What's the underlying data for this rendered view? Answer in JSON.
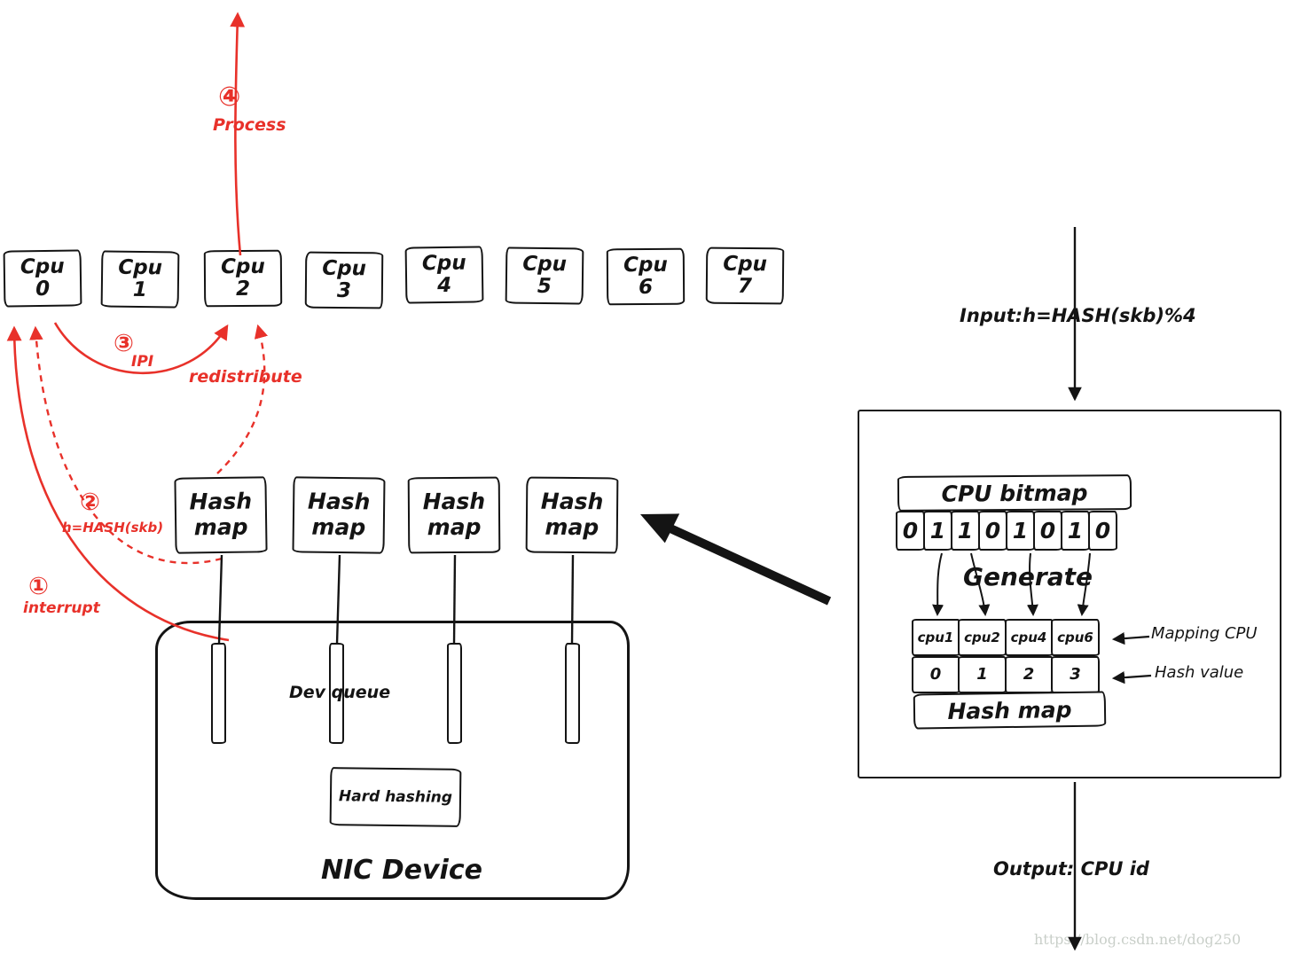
{
  "cpu_row": {
    "label": "Cpu",
    "ids": [
      "0",
      "1",
      "2",
      "3",
      "4",
      "5",
      "6",
      "7"
    ]
  },
  "hash_map_box": {
    "line1": "Hash",
    "line2": "map"
  },
  "annotations": {
    "process_badge": "④",
    "process_label": "Process",
    "ipi_badge": "③",
    "ipi_label": "IPI",
    "redistribute_label": "redistribute",
    "hash_badge": "②",
    "hash_label": "h=HASH(skb)",
    "interrupt_badge": "①",
    "interrupt_label": "interrupt"
  },
  "nic": {
    "dev_queue_label": "Dev queue",
    "hard_hashing_label": "Hard hashing",
    "title": "NIC Device"
  },
  "right_panel": {
    "input_label": "Input:h=HASH(skb)%4",
    "bitmap_title": "CPU bitmap",
    "bits": [
      "0",
      "1",
      "1",
      "0",
      "1",
      "0",
      "1",
      "0"
    ],
    "generate_label": "Generate",
    "mapping_cpus": [
      "cpu1",
      "cpu2",
      "cpu4",
      "cpu6"
    ],
    "hash_values": [
      "0",
      "1",
      "2",
      "3"
    ],
    "hash_map_label": "Hash map",
    "mapping_cpu_annotation": "Mapping CPU",
    "hash_value_annotation": "Hash value",
    "output_label": "Output:  CPU id"
  },
  "watermark": "https://blog.csdn.net/dog250",
  "colors": {
    "red": "#e8312a",
    "ink": "#141414",
    "watermark": "#c9cfc9"
  }
}
